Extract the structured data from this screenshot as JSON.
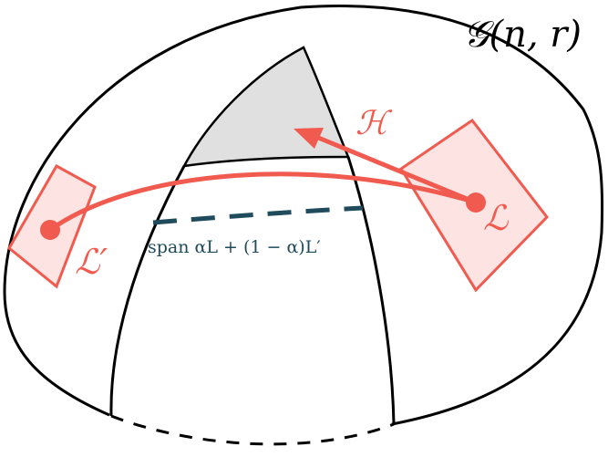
{
  "diagram": {
    "manifold_label": "𝒢(n, r)",
    "subset_label": "ℋ",
    "point_L_label": "ℒ",
    "point_Lprime_label": "ℒ′",
    "geodesic_label": "span αL + (1 − α)L′",
    "colors": {
      "outline": "#000000",
      "accent_red": "#f15a4e",
      "tangent_fill": "#fde3e2",
      "region_fill": "#e0e0e0",
      "geodesic_dash": "#1f4b5c"
    }
  }
}
